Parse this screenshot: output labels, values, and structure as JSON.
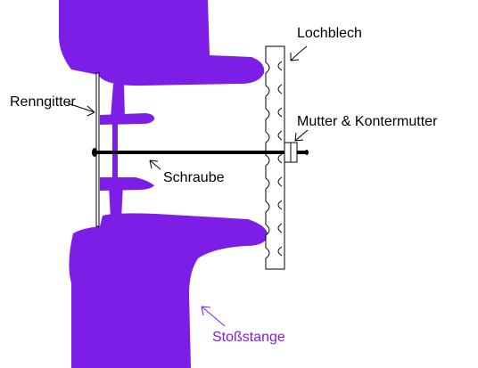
{
  "labels": {
    "lochblech": "Lochblech",
    "renngitter": "Renngitter",
    "mutter": "Mutter & Kontermutter",
    "schraube": "Schraube",
    "stossstange": "Stoßstange"
  },
  "colors": {
    "bumper": "#7d1ee6",
    "line": "#000000",
    "background": "#ffffff"
  }
}
